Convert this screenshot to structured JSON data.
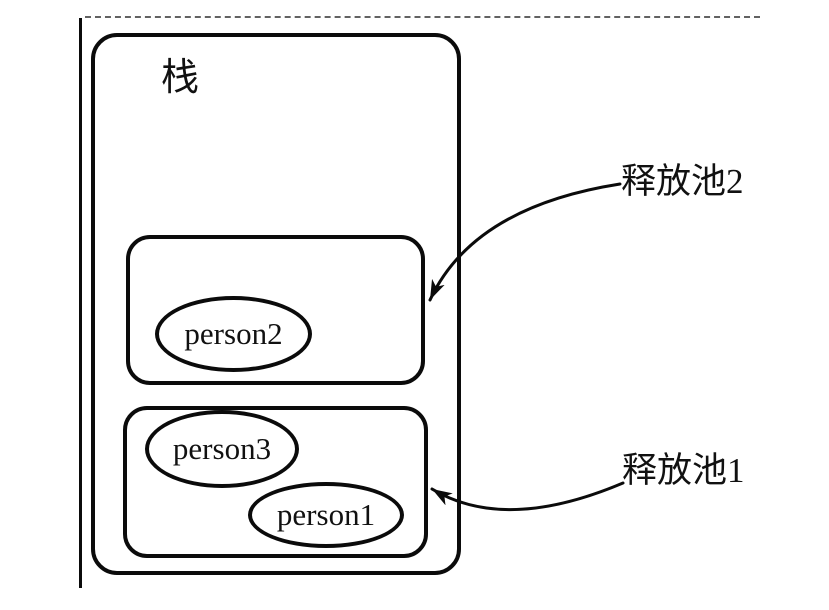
{
  "stack": {
    "label": "栈"
  },
  "pools": {
    "release_pool_2": {
      "label": "释放池2",
      "contains": [
        "person2"
      ]
    },
    "release_pool_1": {
      "label": "释放池1",
      "contains": [
        "person3",
        "person1"
      ]
    }
  },
  "objects": {
    "person2": {
      "label": "person2"
    },
    "person3": {
      "label": "person3"
    },
    "person1": {
      "label": "person1"
    }
  },
  "colors": {
    "line": "#0b0b0b",
    "background": "#ffffff"
  }
}
